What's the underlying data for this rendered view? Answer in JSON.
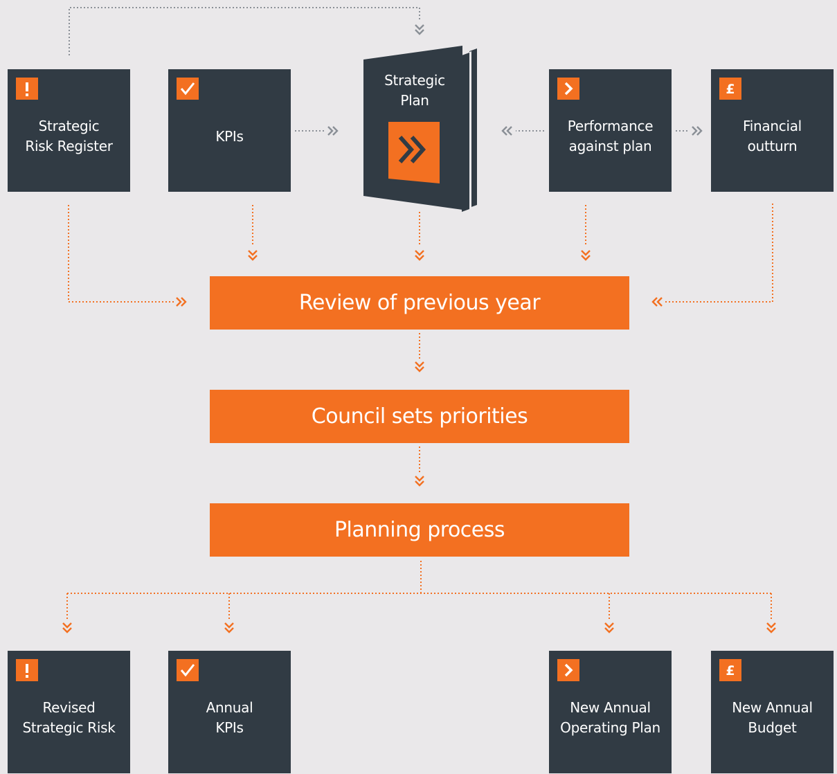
{
  "top_boxes": {
    "risk": {
      "line1": "Strategic",
      "line2": "Risk Register",
      "badge": "exclamation-icon"
    },
    "kpis": {
      "line1": "KPIs",
      "badge": "check-icon"
    },
    "performance": {
      "line1": "Performance",
      "line2": "against plan",
      "badge": "chevron-right-icon"
    },
    "financial": {
      "line1": "Financial",
      "line2": "outturn",
      "badge": "pound-icon"
    }
  },
  "strategic_plan": {
    "line1": "Strategic",
    "line2": "Plan",
    "icon": "double-chevron-right-icon"
  },
  "process": {
    "review": "Review of previous year",
    "council": "Council sets priorities",
    "planning": "Planning process"
  },
  "bottom_boxes": {
    "risk": {
      "line1": "Revised",
      "line2": "Strategic Risk",
      "badge": "exclamation-icon"
    },
    "kpis": {
      "line1": "Annual",
      "line2": "KPIs",
      "badge": "check-icon"
    },
    "operating": {
      "line1": "New Annual",
      "line2": "Operating Plan",
      "badge": "chevron-right-icon"
    },
    "budget": {
      "line1": "New Annual",
      "line2": "Budget",
      "badge": "pound-icon"
    }
  },
  "colors": {
    "background": "#eae8ea",
    "box": "#313b44",
    "accent": "#f37021",
    "grey_connector": "#8a8f96",
    "text": "#ffffff"
  }
}
